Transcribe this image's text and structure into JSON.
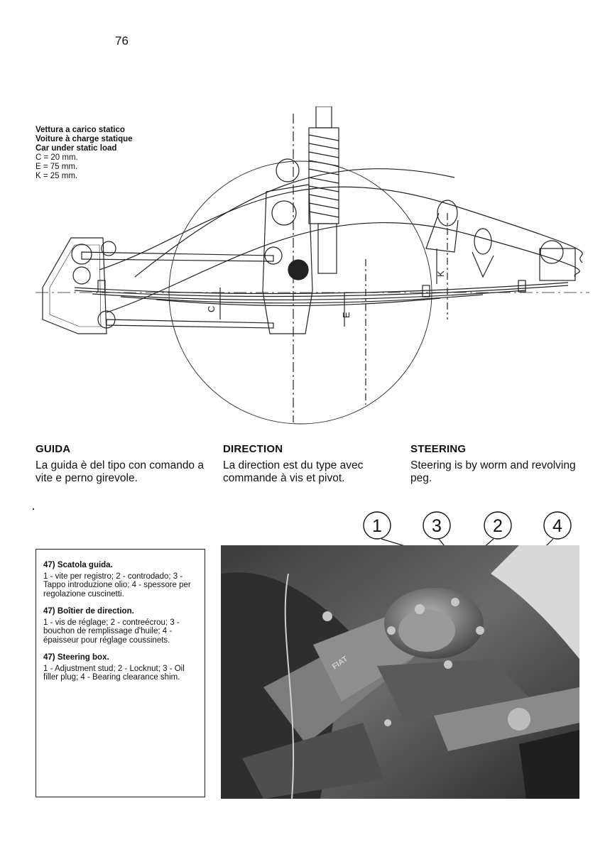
{
  "page_number": "76",
  "load_block": {
    "line1": "Vettura a carico statico",
    "line2": "Voiture à charge statique",
    "line3": "Car under static load",
    "c": "C = 20 mm.",
    "e": "E = 75 mm.",
    "k": "K = 25 mm."
  },
  "diagram_labels": {
    "c": "C",
    "e": "E",
    "k": "K"
  },
  "columns": [
    {
      "heading": "GUIDA",
      "text": "La guida è del tipo con comando a vite e perno girevole."
    },
    {
      "heading": "DIRECTION",
      "text": "La direction est du type avec commande à vis et pivot."
    },
    {
      "heading": "STEERING",
      "text": "Steering is by worm and revolving peg."
    }
  ],
  "caption": {
    "it_title": "47) Scatola guida.",
    "it_text": "1 - vite per registro; 2 - controdado; 3 - Tappo introduzione olio; 4 - spessore per regolazione cuscinetti.",
    "fr_title": "47) Boîtier de direction.",
    "fr_text": "1 - vis de réglage; 2 - contreécrou; 3 - bouchon de remplissage d'huile; 4 - épaisseur pour réglage coussinets.",
    "en_title": "47) Steering box.",
    "en_text": "1 - Adjustment stud; 2 - Locknut; 3 - Oil filler plug; 4 - Bearing clearance shim."
  },
  "callouts": [
    "1",
    "3",
    "2",
    "4"
  ],
  "photo_stamp": "FIAT"
}
